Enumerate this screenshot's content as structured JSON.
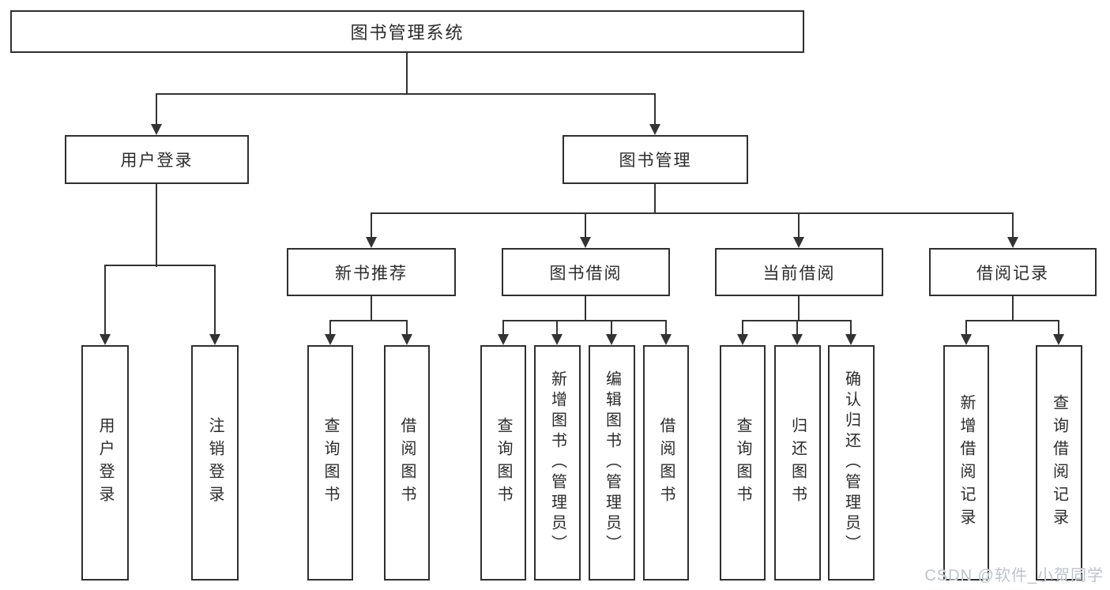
{
  "diagram": {
    "title": "图书管理系统",
    "root": {
      "label": "图书管理系统"
    },
    "level2": [
      {
        "label": "用户登录"
      },
      {
        "label": "图书管理"
      }
    ],
    "level3": [
      {
        "label": "新书推荐"
      },
      {
        "label": "图书借阅"
      },
      {
        "label": "当前借阅"
      },
      {
        "label": "借阅记录"
      }
    ],
    "leaves": [
      {
        "label": "用户登录",
        "parent": "用户登录"
      },
      {
        "label": "注销登录",
        "parent": "用户登录"
      },
      {
        "label": "查询图书",
        "parent": "新书推荐"
      },
      {
        "label": "借阅图书",
        "parent": "新书推荐"
      },
      {
        "label": "查询图书",
        "parent": "图书借阅"
      },
      {
        "label": "新增图书（管理员）",
        "parent": "图书借阅"
      },
      {
        "label": "编辑图书（管理员）",
        "parent": "图书借阅"
      },
      {
        "label": "借阅图书",
        "parent": "图书借阅"
      },
      {
        "label": "查询图书",
        "parent": "当前借阅"
      },
      {
        "label": "归还图书",
        "parent": "当前借阅"
      },
      {
        "label": "确认归还（管理员）",
        "parent": "当前借阅"
      },
      {
        "label": "新增借阅记录",
        "parent": "借阅记录"
      },
      {
        "label": "查询借阅记录",
        "parent": "借阅记录"
      }
    ],
    "colors": {
      "line": "#333333",
      "box_border": "#2f2f2f",
      "text": "#2b2b2b",
      "background": "#ffffff",
      "watermark_text": "#bcc3cc"
    }
  },
  "watermark": {
    "text": "CSDN @软件_小贺同学"
  }
}
